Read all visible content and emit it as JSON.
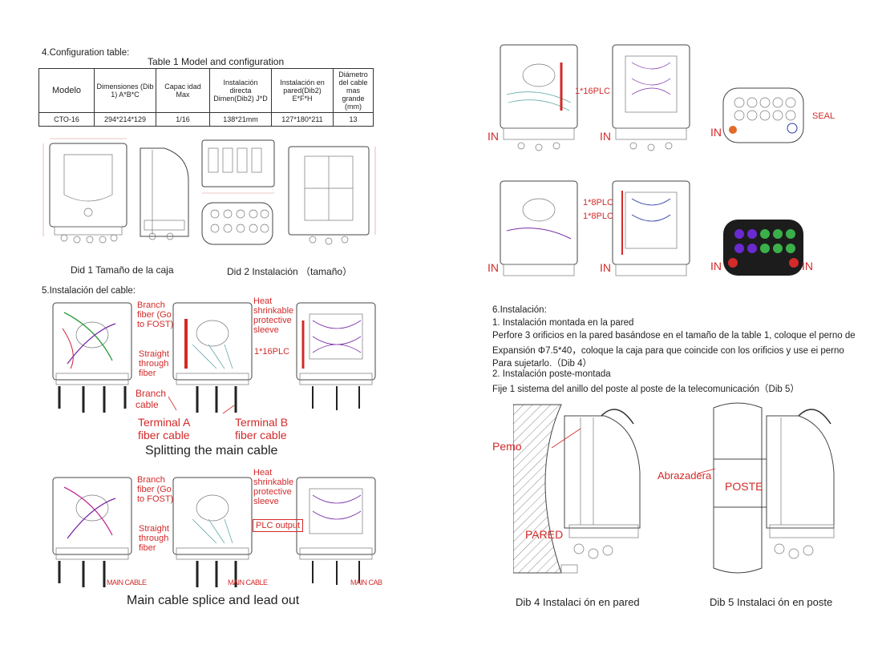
{
  "left": {
    "section4_title": "4.Configuration table:",
    "table_caption": "Table 1 Model and configuration",
    "table": {
      "headers": [
        "Modelo",
        "Dimensiones (Dib 1) A*B*C",
        "Capac idad Max",
        "Instalación directa Dimen(Dib2) J*D",
        "Instalación en pared(Dib2) E*F*H",
        "Diámetro del cable mas grande (mm)"
      ],
      "row": [
        "CTO-16",
        "294*214*129",
        "1/16",
        "138*21mm",
        "127*180*211",
        "13"
      ]
    },
    "dib1_caption": "Did 1 Tamaño de la caja",
    "dib2_caption": "Did 2 Instalación （tamaño）",
    "section5_title": "5.Instalación del cable:",
    "labels_row1": {
      "branch": "Branch fiber (Go to FOST)",
      "straight": "Straight through fiber",
      "branch_cable": "Branch cable",
      "heat": "Heat shrinkable protective sleeve",
      "plc16": "1*16PLC",
      "terminal_a": "Terminal A fiber cable",
      "terminal_b": "Terminal B fiber cable"
    },
    "splitting_caption": "Splitting the main cable",
    "labels_row2": {
      "branch": "Branch fiber (Go to FOST)",
      "straight": "Straight through fiber",
      "heat": "Heat shrinkable protective sleeve",
      "plc_output": "PLC output",
      "main_cable_1": "MAIN CABLE",
      "main_cable_2": "MAIN CABLE",
      "main_cable_3": "MAIN CAB"
    },
    "splice_caption": "Main cable splice and lead out"
  },
  "right": {
    "plc16": "1*16PLC",
    "plc8a": "1*8PLC",
    "plc8b": "1*8PLC",
    "in": "IN",
    "seal": "SEAL",
    "section6_title": "6.Instalación:",
    "item1_title": "1.  Instalación montada en la pared",
    "item1_text_l1": "Perfore 3 orificios en la pared basándose en el tamaño de la table 1, coloque el perno de",
    "item1_text_l2": "Expansión Φ7.5*40，coloque la caja para que coincide con los orificios y use ei perno",
    "item1_text_l3": "Para sujetarlo.（Dib 4）",
    "item2_title": "2.  Instalación poste-montada",
    "item2_text": "Fije 1 sistema del anillo del poste al poste de la telecomunicación（Dib 5）",
    "pemo": "Pemo",
    "pared": "PARED",
    "abrazadera": "Abrazadera",
    "poste": "POSTE",
    "dib4_caption": "Dib 4 Instalaci ón en pared",
    "dib5_caption": "Dib 5 Instalaci ón en poste"
  },
  "colors": {
    "annotation": "#d32a2a",
    "line": "#444444"
  }
}
